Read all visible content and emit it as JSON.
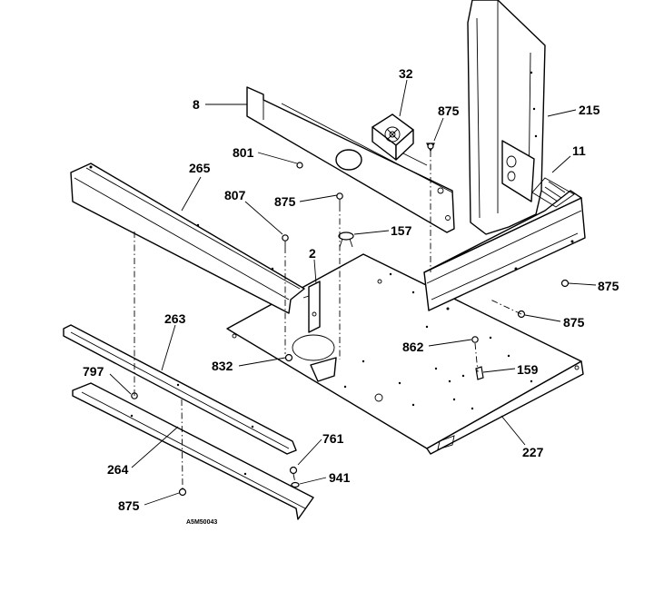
{
  "callouts": {
    "c8": "8",
    "c32": "32",
    "c875_top": "875",
    "c215": "215",
    "c11": "11",
    "c801": "801",
    "c265": "265",
    "c807": "807",
    "c875_mid": "875",
    "c157": "157",
    "c2": "2",
    "c875_right1": "875",
    "c875_right2": "875",
    "c263": "263",
    "c862": "862",
    "c832": "832",
    "c159": "159",
    "c797": "797",
    "c761": "761",
    "c227": "227",
    "c264": "264",
    "c941": "941",
    "c875_bottom": "875"
  },
  "drawing_code": "A5M50043"
}
